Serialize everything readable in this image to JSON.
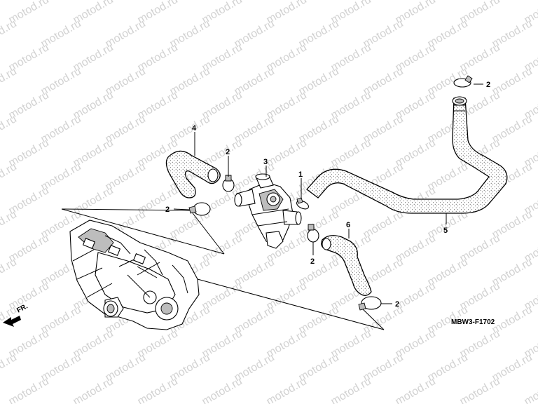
{
  "watermark": {
    "text": "motod.ru",
    "color": "#d2d2d2"
  },
  "diagram_code": "MBW3-F1702",
  "direction_label": "FR.",
  "callouts": {
    "c1": "1",
    "c2_top_right": "2",
    "c2_top": "2",
    "c2_left": "2",
    "c2_mid": "2",
    "c2_bottom": "2",
    "c3": "3",
    "c4": "4",
    "c5": "5",
    "c6": "6"
  },
  "colors": {
    "line": "#000000",
    "background": "#ffffff",
    "stipple": "#333333"
  }
}
